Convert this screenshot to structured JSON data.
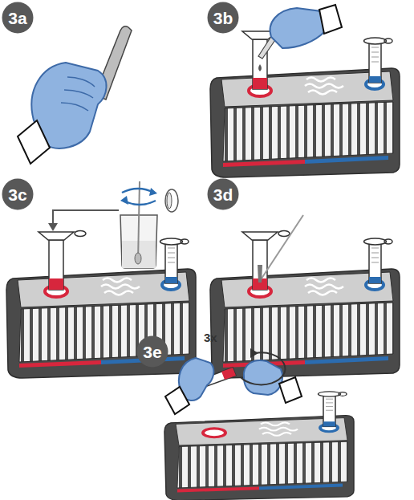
{
  "diagram": {
    "nodes": [
      {
        "text": [
          "3a"
        ]
      },
      {
        "text": [
          "3b"
        ]
      },
      {
        "text": [
          "3c"
        ]
      },
      {
        "text": [
          "3d"
        ]
      },
      {
        "text": [
          "3e"
        ]
      }
    ],
    "labels": [
      "3x"
    ]
  }
}
